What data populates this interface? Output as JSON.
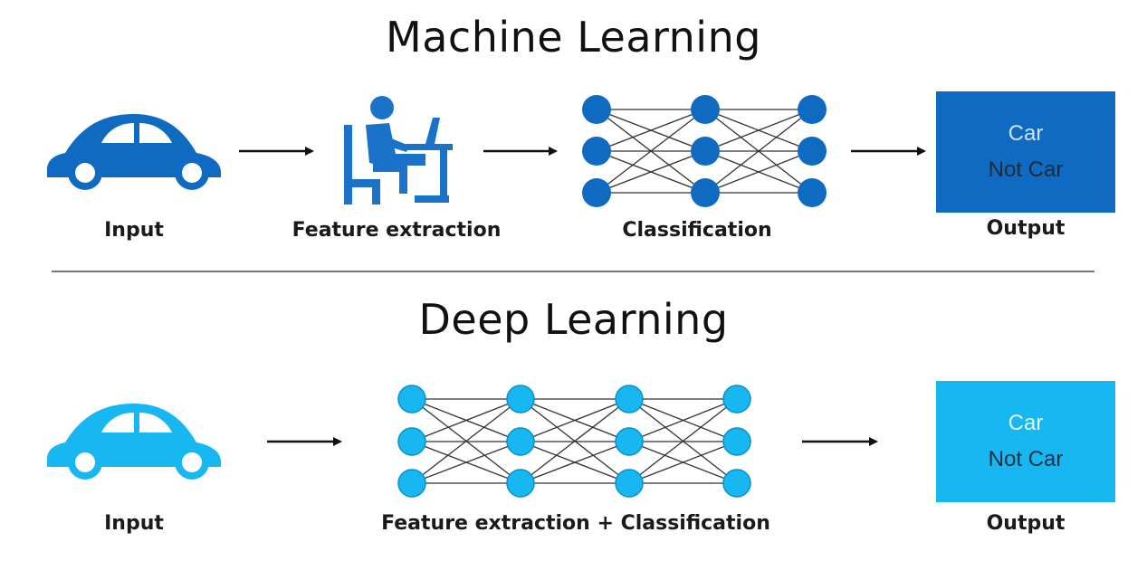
{
  "colors": {
    "ml_accent": "#0f6bc2",
    "dl_accent": "#17b7f1",
    "arrow": "#111111",
    "edge": "#333333"
  },
  "machine_learning": {
    "title": "Machine Learning",
    "steps": {
      "input": {
        "label": "Input",
        "icon": "car-icon"
      },
      "feature": {
        "label": "Feature extraction",
        "icon": "person-at-laptop-icon"
      },
      "classification": {
        "label": "Classification",
        "icon": "neural-network-icon",
        "layers": [
          3,
          3,
          3
        ]
      },
      "output": {
        "label": "Output",
        "options": [
          "Car",
          "Not Car"
        ]
      }
    }
  },
  "deep_learning": {
    "title": "Deep Learning",
    "steps": {
      "input": {
        "label": "Input",
        "icon": "car-icon"
      },
      "combined": {
        "label": "Feature extraction + Classification",
        "icon": "neural-network-icon",
        "layers": [
          3,
          3,
          3,
          3
        ]
      },
      "output": {
        "label": "Output",
        "options": [
          "Car",
          "Not Car"
        ]
      }
    }
  }
}
